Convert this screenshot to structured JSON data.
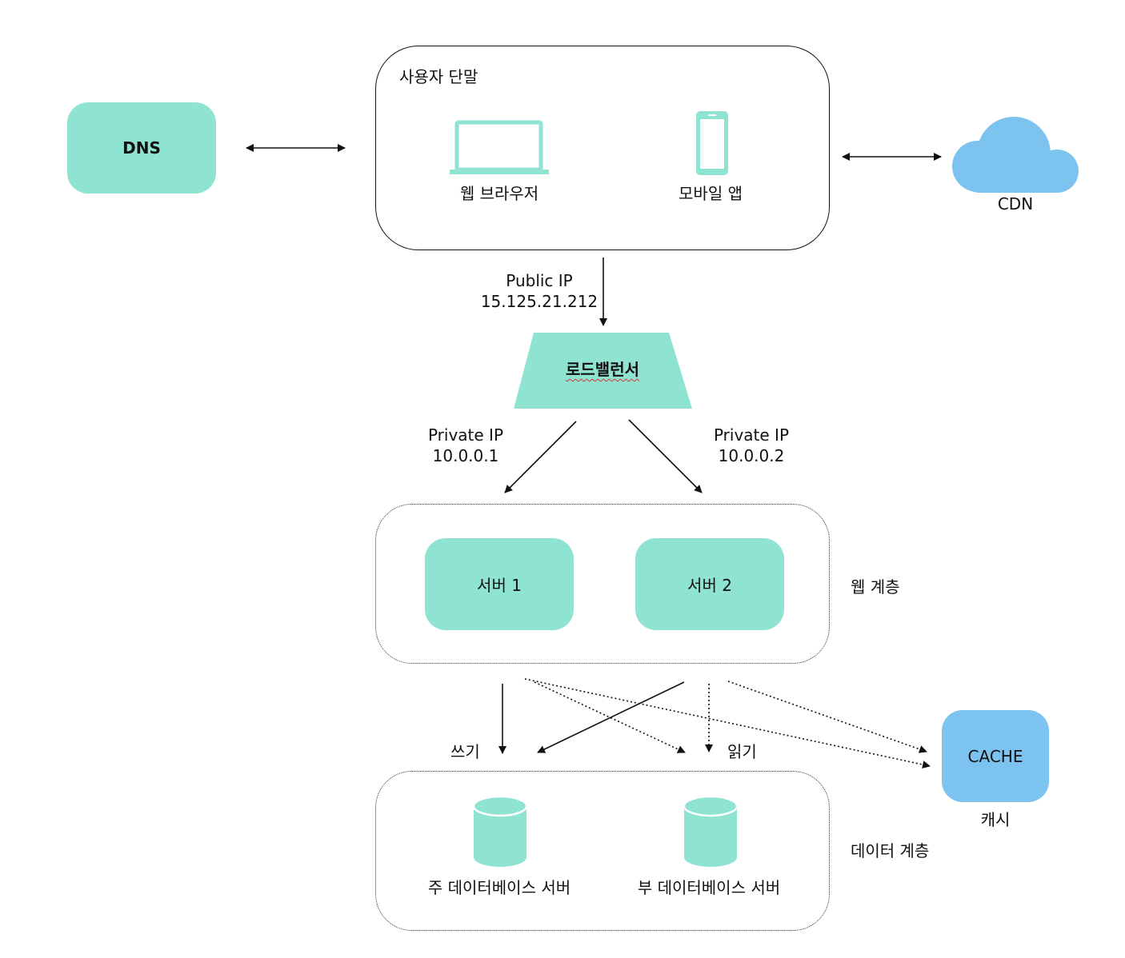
{
  "colors": {
    "mint": "#8fe3d1",
    "sky": "#7cc3ef",
    "line": "#111111"
  },
  "dns": {
    "label": "DNS"
  },
  "user_devices": {
    "title": "사용자 단말",
    "web_browser": {
      "label": "웹 브라우저",
      "icon": "laptop-icon"
    },
    "mobile_app": {
      "label": "모바일 앱",
      "icon": "smartphone-icon"
    }
  },
  "cdn": {
    "label": "CDN",
    "icon": "cloud-icon"
  },
  "public_ip": {
    "title": "Public IP",
    "value": "15.125.21.212"
  },
  "load_balancer": {
    "label": "로드밸런서"
  },
  "private_ip_1": {
    "title": "Private IP",
    "value": "10.0.0.1"
  },
  "private_ip_2": {
    "title": "Private IP",
    "value": "10.0.0.2"
  },
  "web_tier": {
    "label": "웹 계층",
    "server_1": "서버 1",
    "server_2": "서버 2"
  },
  "write_label": "쓰기",
  "read_label": "읽기",
  "cache": {
    "label": "CACHE",
    "caption": "캐시"
  },
  "data_tier": {
    "label": "데이터 계층",
    "primary_db": {
      "label": "주 데이터베이스 서버",
      "icon": "database-icon"
    },
    "secondary_db": {
      "label": "부 데이터베이스 서버",
      "icon": "database-icon"
    }
  }
}
